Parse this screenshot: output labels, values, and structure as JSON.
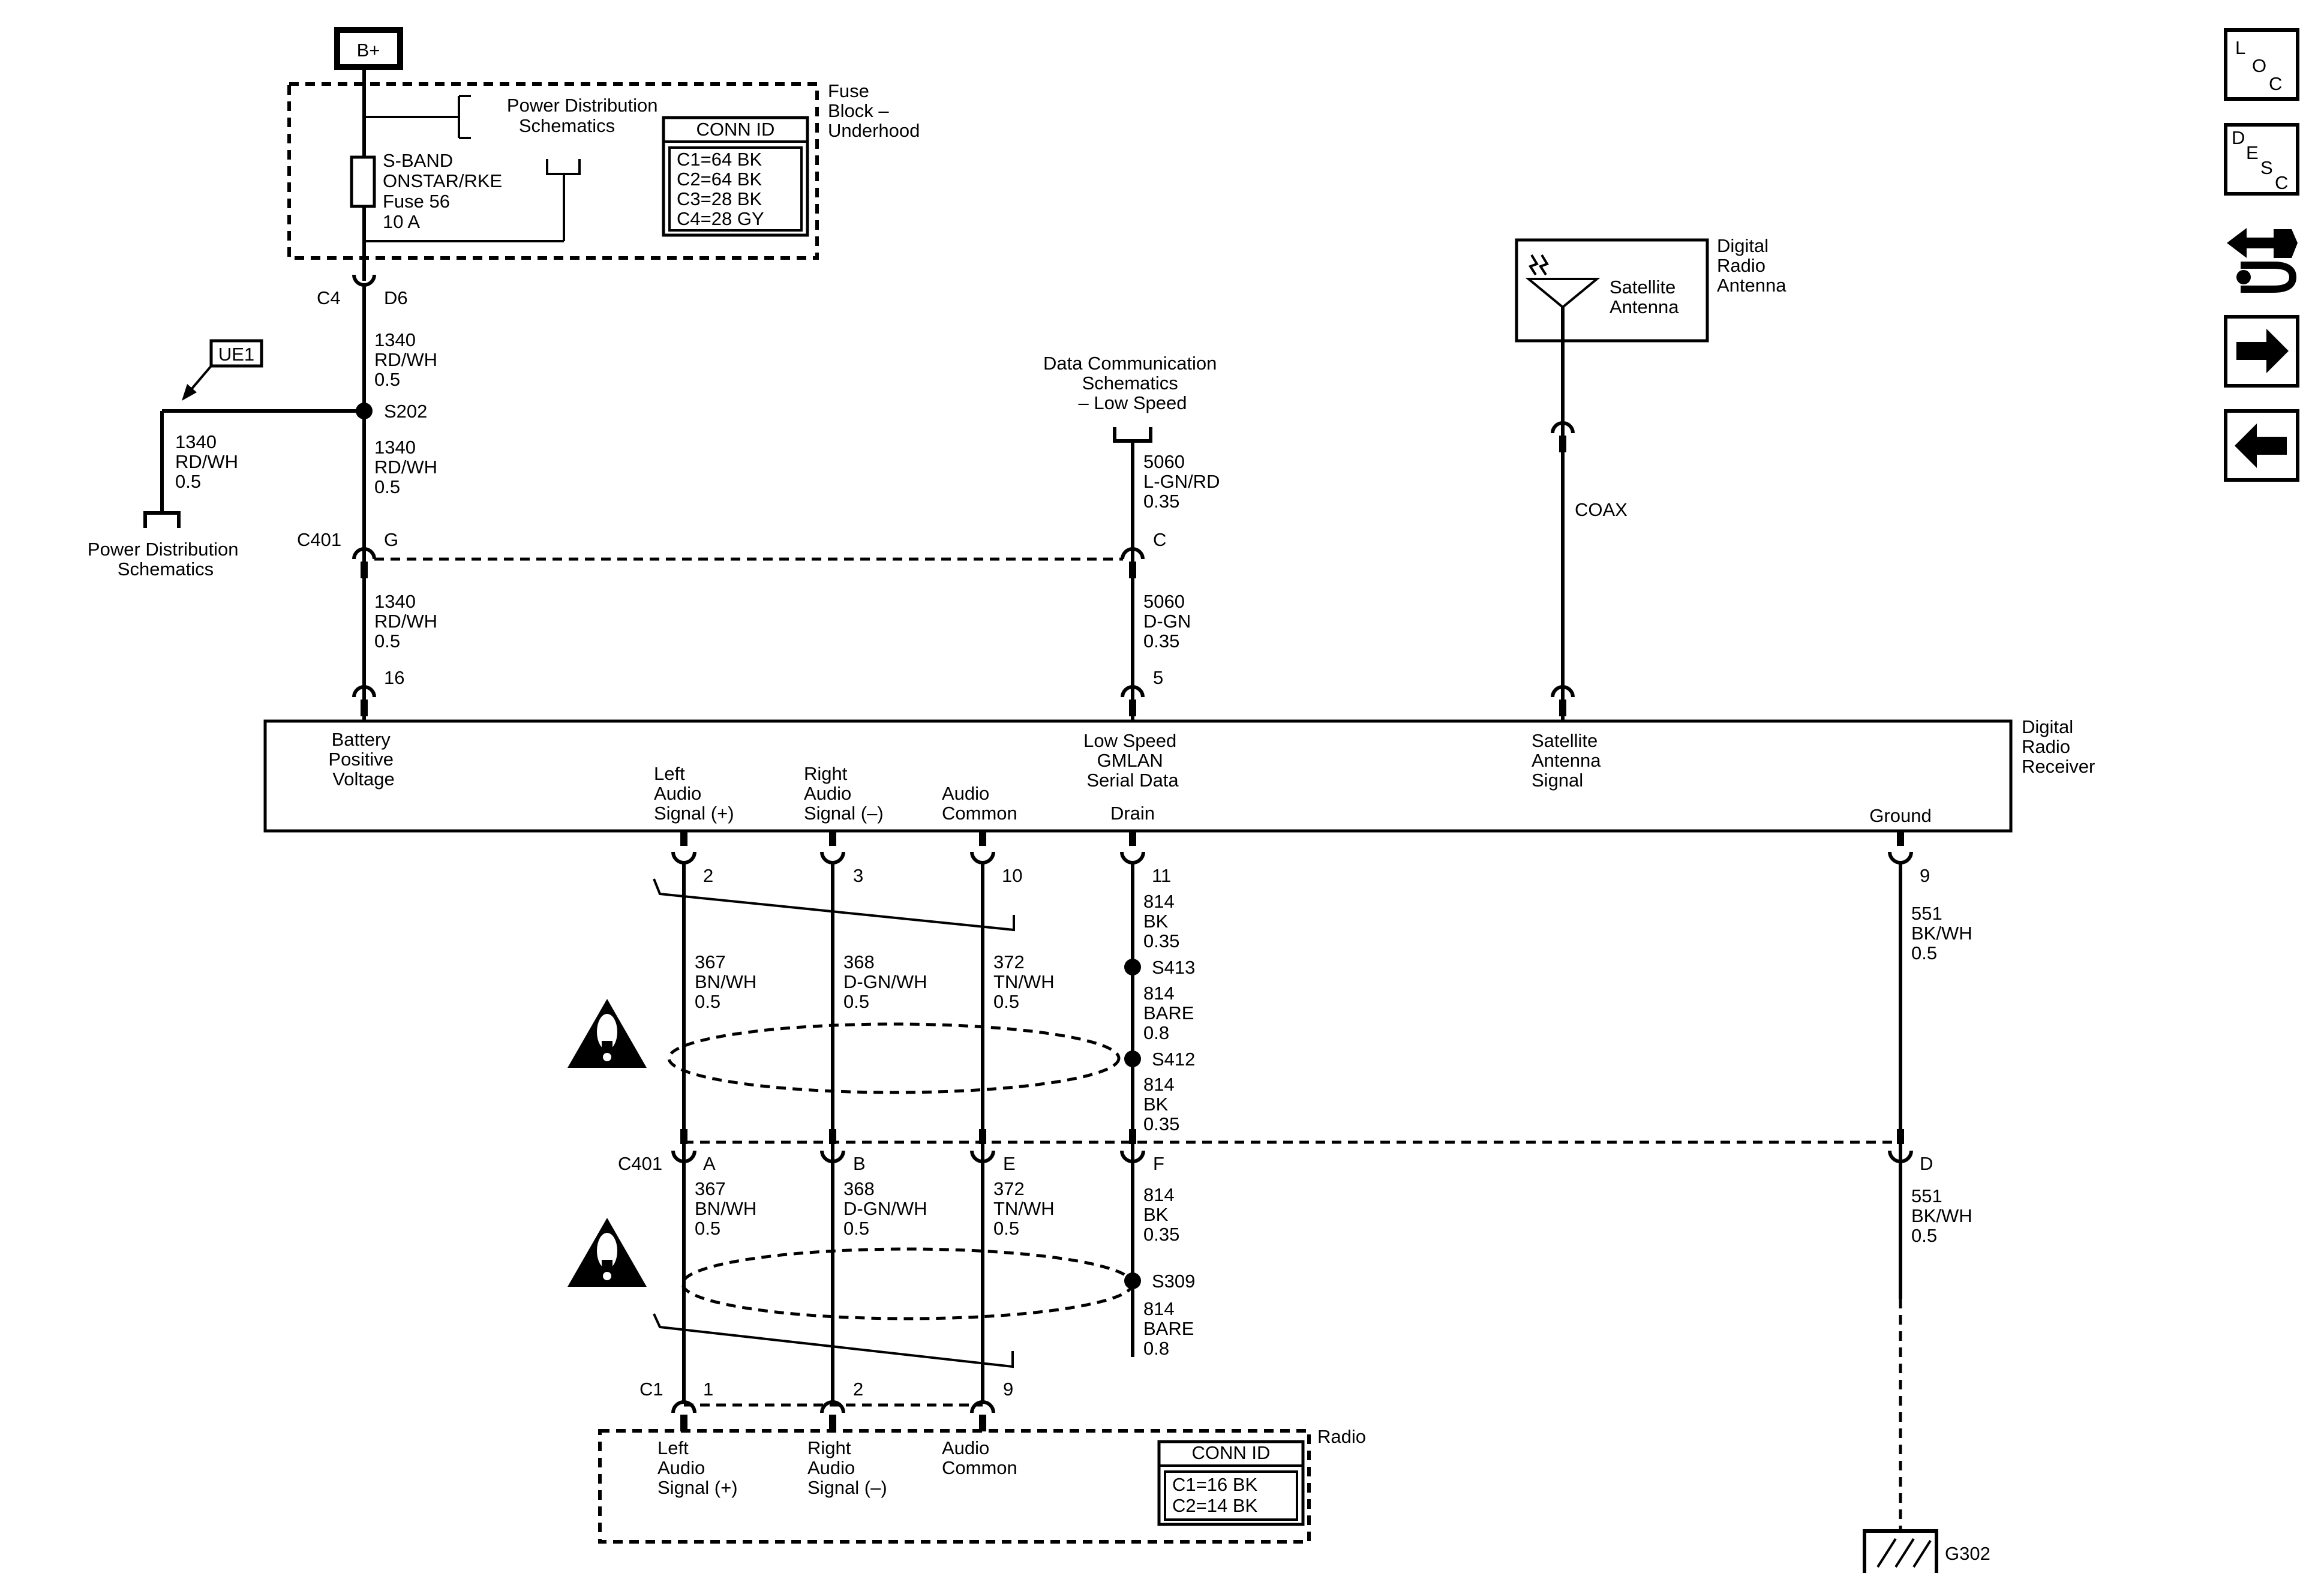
{
  "battery": {
    "label": "B+"
  },
  "fuse_block": {
    "name": [
      "Fuse",
      "Block –",
      "Underhood"
    ],
    "ref": [
      "Power Distribution",
      "Schematics"
    ],
    "fuse": [
      "S-BAND",
      "ONSTAR/RKE",
      "Fuse 56",
      "10 A"
    ],
    "conn_title": "CONN ID",
    "conn_rows": [
      "C1=64 BK",
      "C2=64 BK",
      "C3=28 BK",
      "C4=28 GY"
    ]
  },
  "upper": {
    "c4_conn": "C4",
    "c4_pin": "D6",
    "wire_1340_a": [
      "1340",
      "RD/WH",
      "0.5"
    ],
    "ue1": "UE1",
    "splice_s202": "S202",
    "wire_1340_b": [
      "1340",
      "RD/WH",
      "0.5"
    ],
    "wire_1340_c": [
      "1340",
      "RD/WH",
      "0.5"
    ],
    "pd_ref": [
      "Power Distribution",
      "Schematics"
    ],
    "c401_conn": "C401",
    "c401_pin_g": "G",
    "wire_1340_d": [
      "1340",
      "RD/WH",
      "0.5"
    ],
    "pin_16": "16",
    "dc_ref": [
      "Data Communication",
      "Schematics",
      "– Low Speed"
    ],
    "wire_5060_a": [
      "5060",
      "L-GN/RD",
      "0.35"
    ],
    "c401_pin_c": "C",
    "wire_5060_b": [
      "5060",
      "D-GN",
      "0.35"
    ],
    "pin_5": "5",
    "antenna_name": [
      "Digital",
      "Radio",
      "Antenna"
    ],
    "antenna_label": [
      "Satellite",
      "Antenna"
    ],
    "coax": "COAX"
  },
  "receiver": {
    "name": [
      "Digital",
      "Radio",
      "Receiver"
    ],
    "battery_label": [
      "Battery",
      "Positive",
      "Voltage"
    ],
    "left_label": [
      "Left",
      "Audio",
      "Signal (+)"
    ],
    "right_label": [
      "Right",
      "Audio",
      "Signal (–)"
    ],
    "common_label": [
      "Audio",
      "Common"
    ],
    "lowspeed_label": [
      "Low Speed",
      "GMLAN",
      "Serial Data"
    ],
    "drain_label": "Drain",
    "sat_label": [
      "Satellite",
      "Antenna",
      "Signal"
    ],
    "ground_label": "Ground"
  },
  "lower": {
    "pin_2": "2",
    "pin_3": "3",
    "pin_10": "10",
    "pin_11": "11",
    "pin_9": "9",
    "wire_367_a": [
      "367",
      "BN/WH",
      "0.5"
    ],
    "wire_368_a": [
      "368",
      "D-GN/WH",
      "0.5"
    ],
    "wire_372_a": [
      "372",
      "TN/WH",
      "0.5"
    ],
    "wire_814_a": [
      "814",
      "BK",
      "0.35"
    ],
    "splice_s413": "S413",
    "wire_814_bare_a": [
      "814",
      "BARE",
      "0.8"
    ],
    "splice_s412": "S412",
    "wire_814_b": [
      "814",
      "BK",
      "0.35"
    ],
    "wire_551_a": [
      "551",
      "BK/WH",
      "0.5"
    ],
    "c401_conn": "C401",
    "pin_a": "A",
    "pin_b": "B",
    "pin_e": "E",
    "pin_f": "F",
    "pin_d": "D",
    "wire_367_b": [
      "367",
      "BN/WH",
      "0.5"
    ],
    "wire_368_b": [
      "368",
      "D-GN/WH",
      "0.5"
    ],
    "wire_372_b": [
      "372",
      "TN/WH",
      "0.5"
    ],
    "wire_814_c": [
      "814",
      "BK",
      "0.35"
    ],
    "splice_s309": "S309",
    "wire_814_bare_b": [
      "814",
      "BARE",
      "0.8"
    ],
    "wire_551_b": [
      "551",
      "BK/WH",
      "0.5"
    ],
    "c1_conn": "C1",
    "c1_pin_1": "1",
    "c1_pin_2": "2",
    "c1_pin_9": "9",
    "ground_g302": "G302"
  },
  "radio": {
    "name": "Radio",
    "left_label": [
      "Left",
      "Audio",
      "Signal (+)"
    ],
    "right_label": [
      "Right",
      "Audio",
      "Signal (–)"
    ],
    "common_label": [
      "Audio",
      "Common"
    ],
    "conn_title": "CONN ID",
    "conn_rows": [
      "C1=16 BK",
      "C2=14 BK"
    ]
  },
  "nav": {
    "loc": [
      "L",
      "O",
      "C"
    ],
    "desc": [
      "D",
      "E",
      "S",
      "C"
    ],
    "icons": [
      "connector-tool-icon",
      "arrow-right-icon",
      "arrow-left-icon"
    ]
  }
}
